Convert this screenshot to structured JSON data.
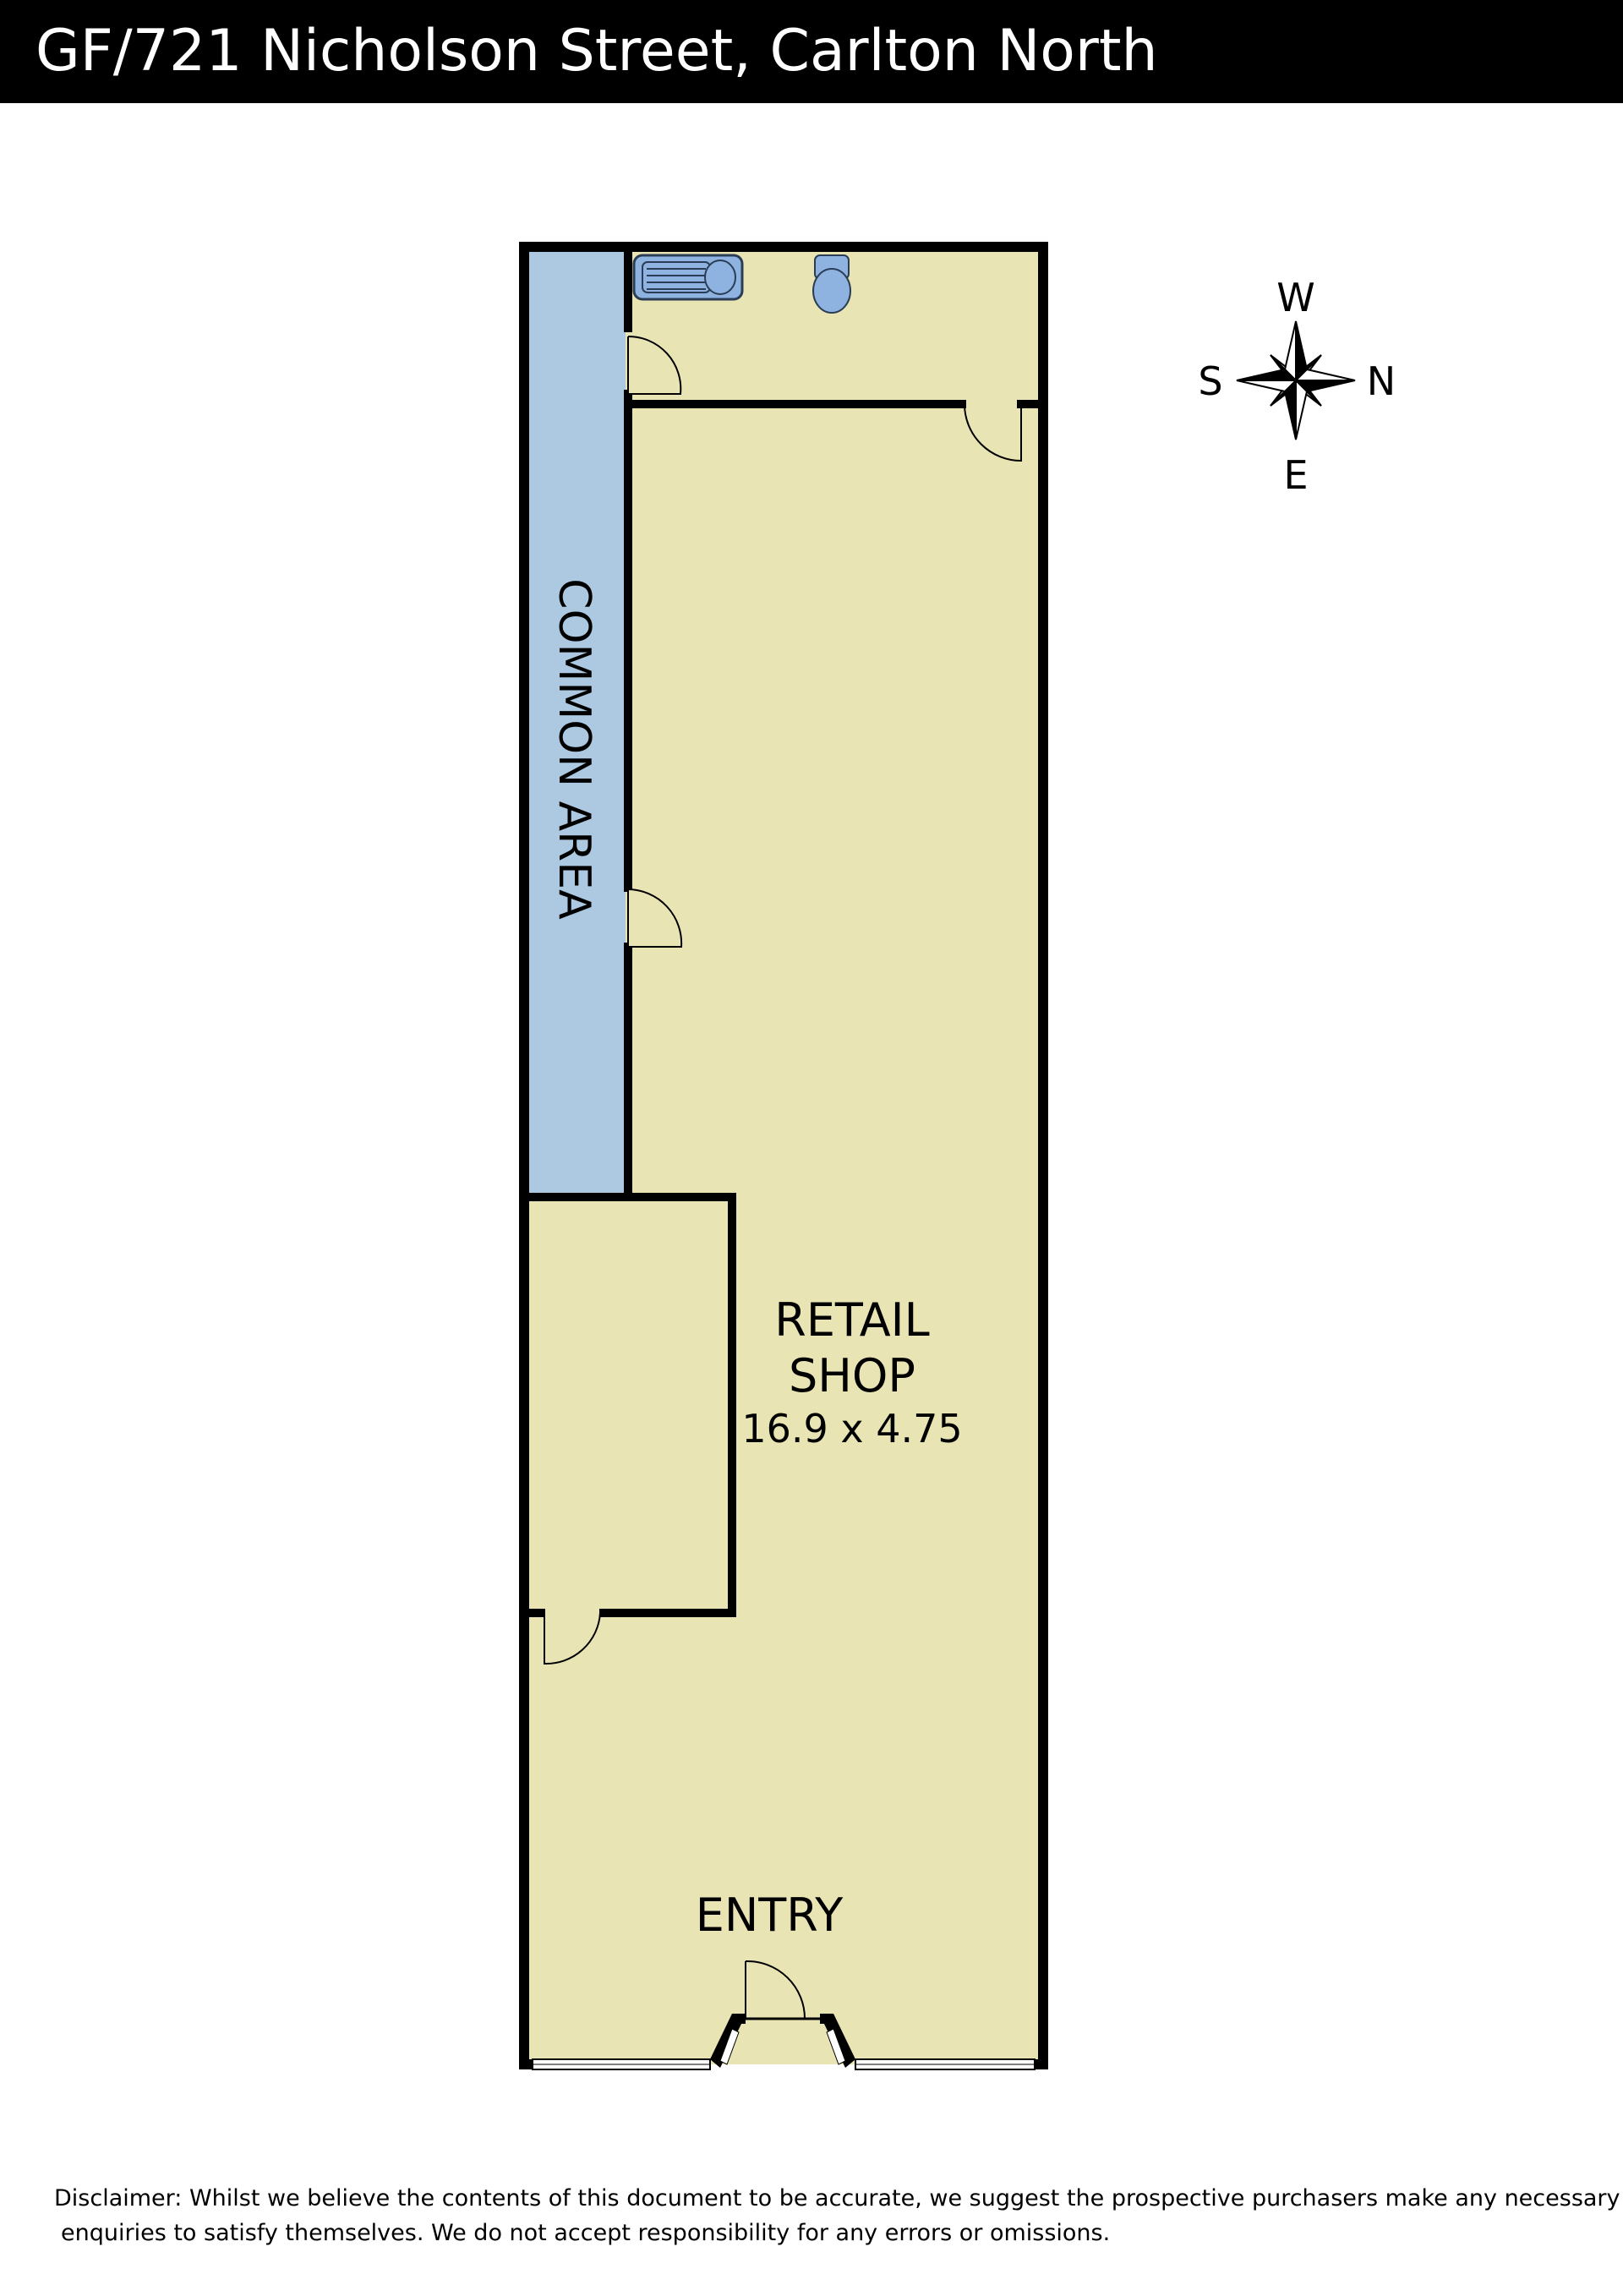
{
  "header": {
    "title": "GF/721 Nicholson Street, Carlton North"
  },
  "plan": {
    "rooms": {
      "common_area_label": "COMMON AREA",
      "retail_label_line1": "RETAIL",
      "retail_label_line2": "SHOP",
      "retail_dimensions": "16.9 x 4.75",
      "entry_label": "ENTRY"
    },
    "colors": {
      "room_fill": "#E9E4B4",
      "common_area_fill": "#ADC9E1",
      "fixture_fill": "#8FB3E0",
      "wall": "#000000"
    },
    "compass": {
      "north": "N",
      "south": "S",
      "east": "E",
      "west": "W"
    }
  },
  "footer": {
    "disclaimer_line1": "Disclaimer: Whilst we believe the contents of this document to be accurate, we suggest the prospective purchasers make any necessary",
    "disclaimer_line2": "enquiries to satisfy themselves. We do not accept responsibility for any errors or omissions."
  }
}
